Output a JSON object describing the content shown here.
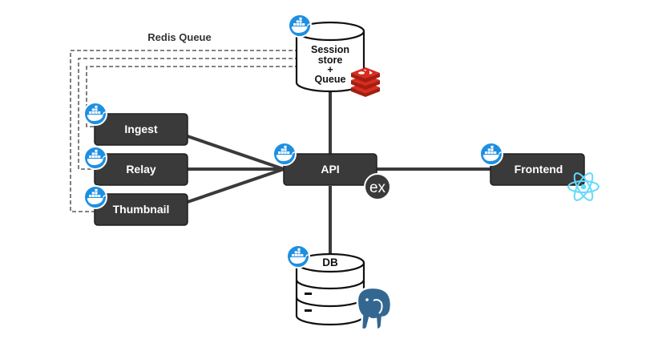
{
  "queue_label": "Redis Queue",
  "session_store": {
    "lines": [
      "Session",
      "store",
      "+",
      "Queue"
    ]
  },
  "db": {
    "label": "DB"
  },
  "services": {
    "ingest": "Ingest",
    "relay": "Relay",
    "thumbnail": "Thumbnail",
    "api": "API",
    "frontend": "Frontend"
  },
  "express_badge": "ex",
  "icons": {
    "docker": "docker-whale-icon",
    "redis": "redis-logo-icon",
    "postgres": "postgresql-elephant-icon",
    "react": "react-atom-icon",
    "express": "express-logo-icon"
  },
  "colors": {
    "box_fill": "#3a3a3a",
    "edge": "#3a3a3a",
    "docker_blue": "#1d8fe1",
    "redis_red": "#d82c20",
    "postgres_blue": "#336791",
    "react_cyan": "#61dafb"
  }
}
